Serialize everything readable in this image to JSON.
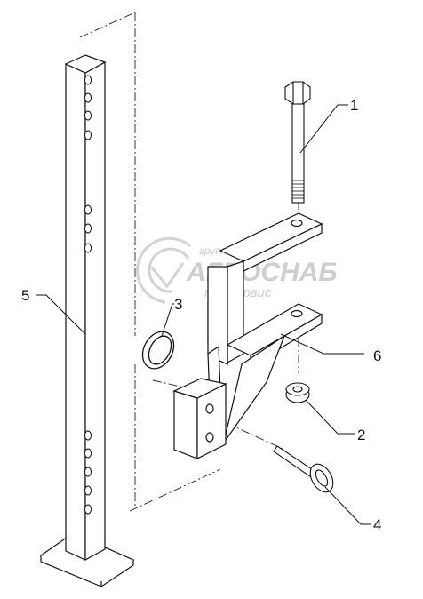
{
  "callouts": {
    "c1": "1",
    "c2": "2",
    "c3": "3",
    "c4": "4",
    "c5": "5",
    "c6": "6"
  },
  "watermark": {
    "line1": "группа компаний",
    "line2": "АГРОСНАБ",
    "line3": "техсервис"
  },
  "colors": {
    "line": "#111111",
    "fill": "#ffffff",
    "watermark": "#c9c9c9"
  }
}
